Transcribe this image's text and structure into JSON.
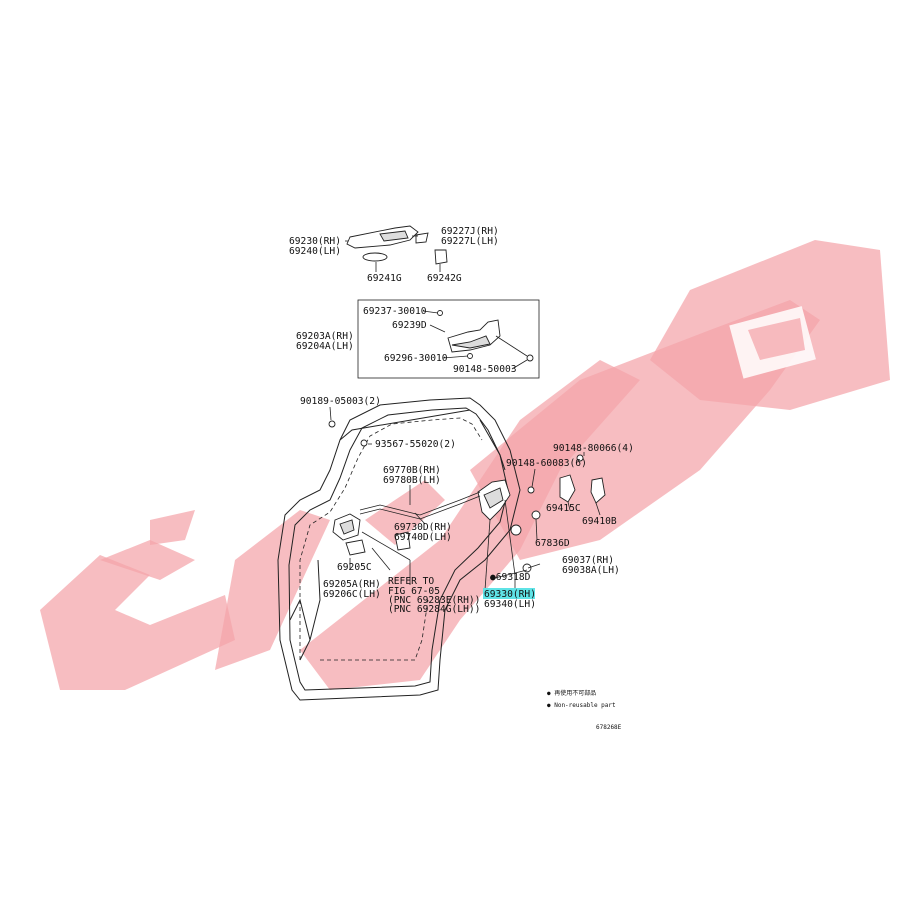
{
  "diagram": {
    "labels": [
      {
        "id": "p69230",
        "text": "69230(RH)"
      },
      {
        "id": "p69240",
        "text": "69240(LH)"
      },
      {
        "id": "p69227",
        "text": "69227J(RH)"
      },
      {
        "id": "p69227l",
        "text": "69227L(LH)"
      },
      {
        "id": "p69241",
        "text": "69241G"
      },
      {
        "id": "p69242",
        "text": "69242G"
      },
      {
        "id": "p69237",
        "text": "69237-30010"
      },
      {
        "id": "p69239",
        "text": "69239D"
      },
      {
        "id": "p69203a",
        "text": "69203A(RH)"
      },
      {
        "id": "p69204a",
        "text": "69204A(LH)"
      },
      {
        "id": "p69296",
        "text": "69296-30010"
      },
      {
        "id": "p90148_50003",
        "text": "90148-50003"
      },
      {
        "id": "p90189",
        "text": "90189-05003(2)"
      },
      {
        "id": "p93567",
        "text": "93567-55020(2)"
      },
      {
        "id": "p90148_80066",
        "text": "90148-80066(4)"
      },
      {
        "id": "p90148_60083",
        "text": "90148-60083(6)"
      },
      {
        "id": "p69770",
        "text": "69770B(RH)"
      },
      {
        "id": "p69780",
        "text": "69780B(LH)"
      },
      {
        "id": "p69415",
        "text": "69415C"
      },
      {
        "id": "p69410",
        "text": "69410B"
      },
      {
        "id": "p69730",
        "text": "69730D(RH)"
      },
      {
        "id": "p69740",
        "text": "69740D(LH)"
      },
      {
        "id": "p67836",
        "text": "67836D"
      },
      {
        "id": "p69037",
        "text": "69037(RH)"
      },
      {
        "id": "p69038",
        "text": "69038A(LH)"
      },
      {
        "id": "p69205c",
        "text": "69205C"
      },
      {
        "id": "p69318",
        "text": "●69318D"
      },
      {
        "id": "p69205a",
        "text": "69205A(RH)"
      },
      {
        "id": "p69206c",
        "text": "69206C(LH)"
      },
      {
        "id": "pref1",
        "text": "REFER TO"
      },
      {
        "id": "pref2",
        "text": "FIG 67-05"
      },
      {
        "id": "pref3",
        "text": "(PNC 69283E(RH))"
      },
      {
        "id": "pref4",
        "text": "(PNC 69284G(LH))"
      },
      {
        "id": "p69330",
        "text": "69330(RH)"
      },
      {
        "id": "p69340",
        "text": "69340(LH)"
      }
    ],
    "legend_jp": "● 再使用不可部品",
    "legend_en": "● Non-reusable part",
    "fig_code": "678268E",
    "highlight_color": "#5fe3e6",
    "watermark_color": "#f4a3a9"
  }
}
